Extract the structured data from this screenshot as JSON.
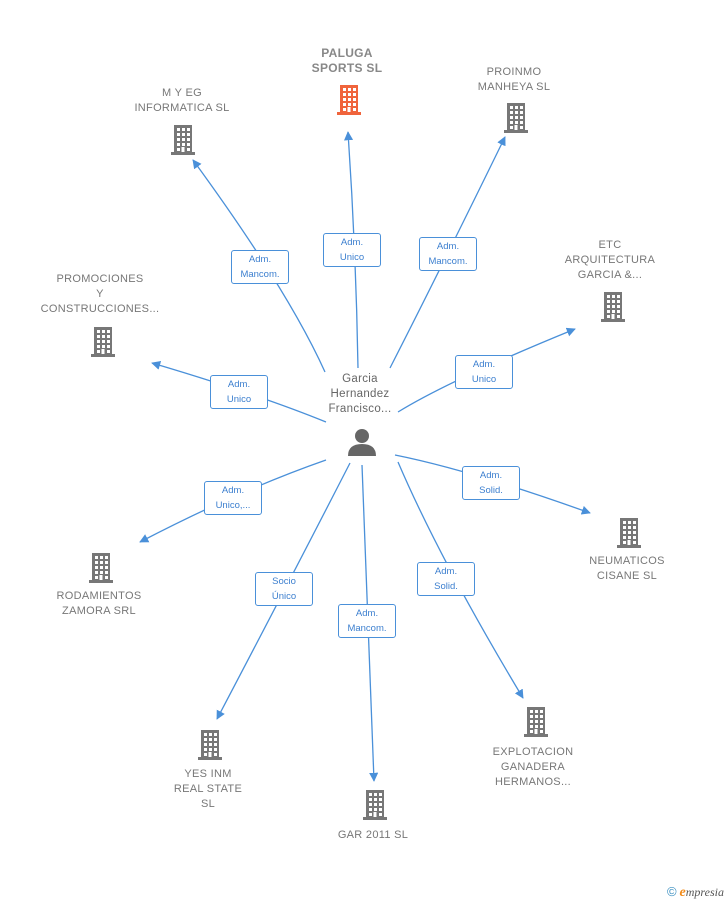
{
  "center": {
    "label_lines": [
      "Garcia",
      "Hernandez",
      "Francisco..."
    ],
    "icon": "person-icon"
  },
  "nodes": [
    {
      "id": "paluga",
      "label_lines": [
        "PALUGA",
        "SPORTS  SL"
      ],
      "main": true,
      "icon": "building-icon",
      "color": "#f0643c"
    },
    {
      "id": "myeg",
      "label_lines": [
        "M Y EG",
        "INFORMATICA SL"
      ],
      "icon": "building-icon",
      "color": "#777777"
    },
    {
      "id": "proinmo",
      "label_lines": [
        "PROINMO",
        "MANHEYA  SL"
      ],
      "icon": "building-icon",
      "color": "#777777"
    },
    {
      "id": "etc",
      "label_lines": [
        "ETC",
        "ARQUITECTURA",
        "GARCIA &..."
      ],
      "icon": "building-icon",
      "color": "#777777"
    },
    {
      "id": "promociones",
      "label_lines": [
        "PROMOCIONES",
        "Y",
        "CONSTRUCCIONES..."
      ],
      "icon": "building-icon",
      "color": "#777777"
    },
    {
      "id": "neumaticos",
      "label_lines": [
        "NEUMATICOS",
        "CISANE SL"
      ],
      "icon": "building-icon",
      "color": "#777777"
    },
    {
      "id": "rodamientos",
      "label_lines": [
        "RODAMIENTOS",
        "ZAMORA SRL"
      ],
      "icon": "building-icon",
      "color": "#777777"
    },
    {
      "id": "explotacion",
      "label_lines": [
        "EXPLOTACION",
        "GANADERA",
        "HERMANOS..."
      ],
      "icon": "building-icon",
      "color": "#777777"
    },
    {
      "id": "yesinm",
      "label_lines": [
        "YES INM",
        "REAL STATE",
        "SL"
      ],
      "icon": "building-icon",
      "color": "#777777"
    },
    {
      "id": "gar2011",
      "label_lines": [
        "GAR 2011 SL"
      ],
      "icon": "building-icon",
      "color": "#777777"
    }
  ],
  "edges": [
    {
      "to": "paluga",
      "label_lines": [
        "Adm.",
        "Unico"
      ]
    },
    {
      "to": "myeg",
      "label_lines": [
        "Adm.",
        "Mancom."
      ]
    },
    {
      "to": "proinmo",
      "label_lines": [
        "Adm.",
        "Mancom."
      ]
    },
    {
      "to": "etc",
      "label_lines": [
        "Adm.",
        "Unico"
      ]
    },
    {
      "to": "promociones",
      "label_lines": [
        "Adm.",
        "Unico"
      ]
    },
    {
      "to": "neumaticos",
      "label_lines": [
        "Adm.",
        "Solid."
      ]
    },
    {
      "to": "rodamientos",
      "label_lines": [
        "Adm.",
        "Unico,..."
      ]
    },
    {
      "to": "explotacion",
      "label_lines": [
        "Adm.",
        "Solid."
      ]
    },
    {
      "to": "yesinm",
      "label_lines": [
        "Socio",
        "Único"
      ]
    },
    {
      "to": "gar2011",
      "label_lines": [
        "Adm.",
        "Mancom."
      ]
    }
  ],
  "colors": {
    "edge": "#4a90d9",
    "edge_label": "#3c7fcf",
    "node_text": "#777777"
  },
  "brand": {
    "copyright": "©",
    "initial": "e",
    "name": "mpresia"
  }
}
